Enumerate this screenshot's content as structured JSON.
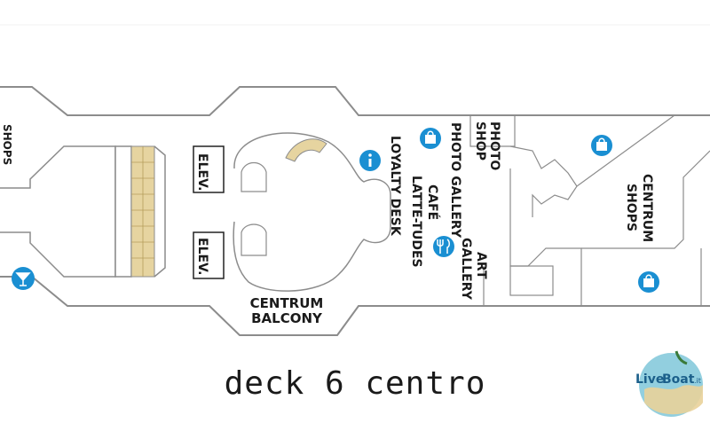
{
  "map": {
    "caption": "deck 6 centro",
    "labels": {
      "shops_left": "SHOPS",
      "elev_1": "ELEV.",
      "elev_2": "ELEV.",
      "centrum_balcony_1": "CENTRUM",
      "centrum_balcony_2": "BALCONY",
      "loyalty_desk": "LOYALTY DESK",
      "cafe": "CAFÉ",
      "latte_tudes": "LATTE-TUDES",
      "photo_gallery": "PHOTO GALLERY",
      "photo_shop_1": "PHOTO",
      "photo_shop_2": "SHOP",
      "art_gallery_1": "ART",
      "art_gallery_2": "GALLERY",
      "centrum_shops_1": "CENTRUM",
      "centrum_shops_2": "SHOPS"
    },
    "icons": {
      "bar": "cocktail-glass-icon",
      "info": "info-icon",
      "dining": "fork-knife-icon",
      "shop": "shopping-bag-icon"
    },
    "colors": {
      "floor": "#ffffff",
      "outline": "#8c8c8c",
      "stairs": "#e6d4a0",
      "icon_blue": "#1a8fd2"
    }
  },
  "watermark": {
    "brand_1": "Live",
    "brand_2": "Boat",
    "brand_3": ".it"
  }
}
